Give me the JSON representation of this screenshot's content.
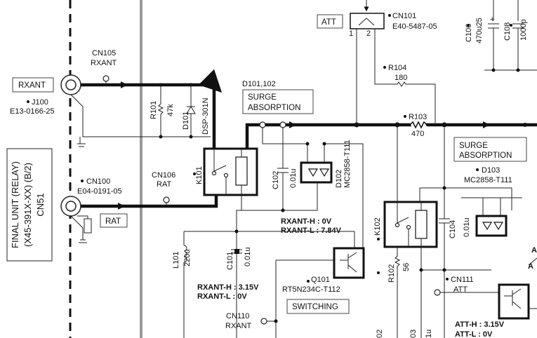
{
  "labels": {
    "final_unit_1": "FINAL UNIT (RELAY)",
    "final_unit_2": "(X45-391X-XX) (B/2)",
    "final_unit_3": "CN51",
    "rxant_box": "RXANT",
    "j100": "J100",
    "j100_part": "E13-0166-25",
    "cn105": "CN105",
    "cn105_sig": "RXANT",
    "cn100": "CN100",
    "cn100_part": "E04-0191-05",
    "rat_box": "RAT",
    "cn106": "CN106",
    "cn106_sig": "RAT",
    "r101": "R101",
    "r101_val": "47k",
    "d101": "D101",
    "d101_part": "DSP-301N",
    "k101": "K101",
    "surge1_ref": "D101,102",
    "surge1_1": "SURGE",
    "surge1_2": "ABSORPTION",
    "c102": "C102",
    "c102_val": "0.01u",
    "d102": "D102",
    "d102_part": "MC2858-T111",
    "att_box": "ATT",
    "cn101": "CN101",
    "cn101_part": "E40-5487-05",
    "pin1": "1",
    "pin2": "2",
    "r104": "R104",
    "r104_val": "180",
    "r103": "R103",
    "r103_val": "470",
    "c106": "C106",
    "c106_val": "470u25",
    "plus": "+",
    "c108": "C108",
    "c108_val": "1000p",
    "surge2_1": "SURGE",
    "surge2_2": "ABSORPTION",
    "d103": "D103",
    "d103_part": "MC2858-T111",
    "k102": "K102",
    "r102": "R102",
    "r102_val": "56",
    "c104": "C104",
    "c104_val": "0.01u",
    "cn111": "CN111",
    "cn111_sig": "ATT",
    "rxanth1": "RXANT-H : 0V",
    "rxantl1": "RXANT-L : 7.84V",
    "l101": "L101",
    "l101_val": "220u",
    "c101": "C101",
    "c101_val": "0.01u",
    "q101": "Q101",
    "q101_part": "RT5N234C-T112",
    "rxanth2": "RXANT-H : 3.15V",
    "rxantl2": "RXANT-L : 0V",
    "switching": "SWITCHING",
    "cn110": "CN110",
    "cn110_sig": "RXANT",
    "atth": "ATT-H : 3.15V",
    "attl": "ATT-L : 0V",
    "edge_a1": "A",
    "edge_a2": "A",
    "frag_02": "02",
    "frag_03": "03",
    "frag_1u": "1u"
  }
}
